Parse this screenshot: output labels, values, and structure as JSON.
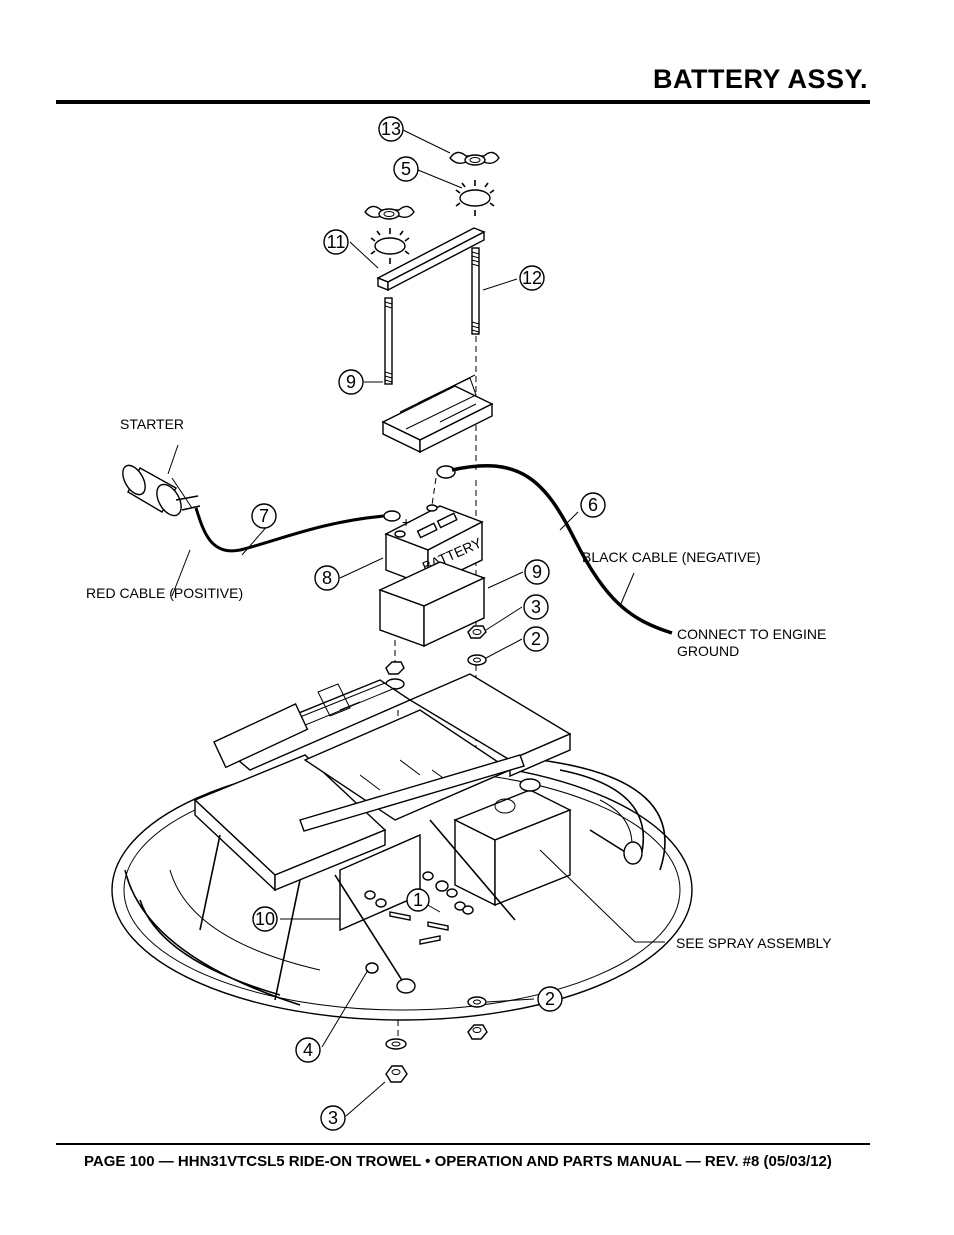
{
  "header": {
    "title": "BATTERY ASSY."
  },
  "callouts": {
    "c13": "13",
    "c5": "5",
    "c11": "11",
    "c12": "12",
    "c9a": "9",
    "c7": "7",
    "c6": "6",
    "c8": "8",
    "c9b": "9",
    "c3a": "3",
    "c2a": "2",
    "c1": "1",
    "c10": "10",
    "c2b": "2",
    "c4": "4",
    "c3b": "3"
  },
  "labels": {
    "starter": "STARTER",
    "red_cable": "RED CABLE (POSITIVE)",
    "black_cable": "BLACK CABLE (NEGATIVE)",
    "connect_line1": "CONNECT TO ENGINE",
    "connect_line2": "GROUND",
    "see_spray": "SEE SPRAY ASSEMBLY",
    "battery_text": "BATTERY",
    "terminal_plus": "+"
  },
  "footer": {
    "text": "PAGE 100 — HHN31VTCSL5 RIDE-ON TROWEL • OPERATION AND PARTS MANUAL — REV. #8 (05/03/12)"
  }
}
